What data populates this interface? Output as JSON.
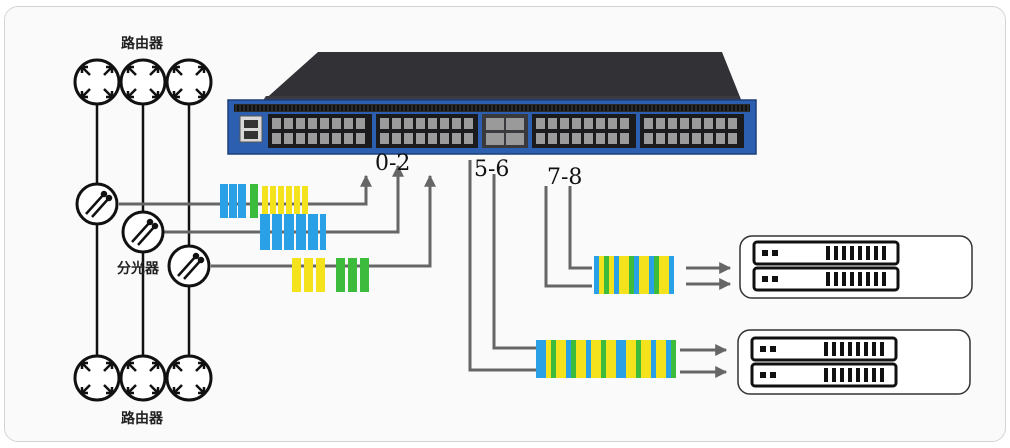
{
  "labels": {
    "router_top": "路由器",
    "router_bottom": "路由器",
    "splitter": "分光器",
    "ports_a": "0-2",
    "ports_b": "5-6",
    "ports_c": "7-8"
  },
  "colors": {
    "cable": "#666666",
    "switch_body": "#2f2f33",
    "switch_front": "#2c5fb0",
    "blue": "#2aa1e6",
    "green": "#3dbb3d",
    "yellow": "#f3e21c"
  },
  "icons": [
    "router-icon",
    "splitter-icon",
    "server-icon",
    "network-switch-icon"
  ]
}
